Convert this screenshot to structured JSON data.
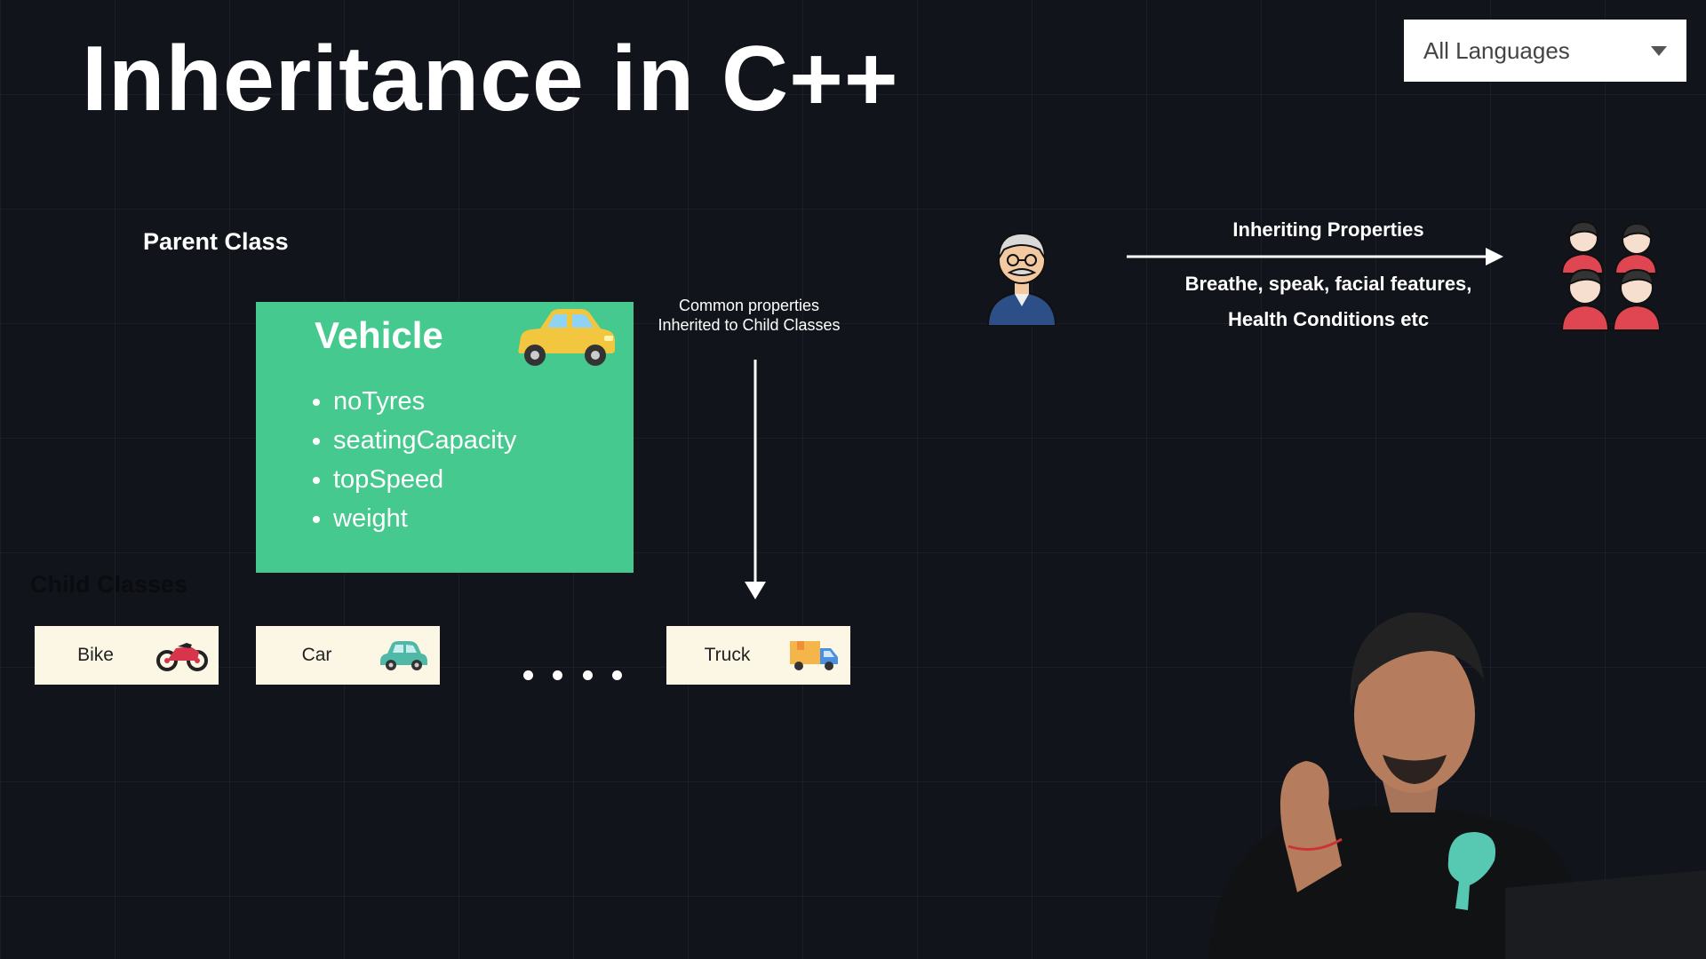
{
  "title": "Inheritance in C++",
  "language_select": {
    "value": "All Languages"
  },
  "parent_class_label": "Parent Class",
  "vehicle": {
    "name": "Vehicle",
    "properties": [
      "noTyres",
      "seatingCapacity",
      "topSpeed",
      "weight"
    ],
    "icon": "car-icon"
  },
  "common_properties_note": {
    "line1": "Common properties",
    "line2": "Inherited to Child Classes"
  },
  "child_classes_label": "Child Classes",
  "child_classes": [
    {
      "label": "Bike",
      "icon": "motorbike-icon"
    },
    {
      "label": "Car",
      "icon": "car-icon"
    },
    {
      "label": "Truck",
      "icon": "delivery-truck-icon"
    }
  ],
  "analogy": {
    "title": "Inheriting Properties",
    "line1": "Breathe, speak, facial features,",
    "line2": "Health Conditions etc",
    "parent_icon": "grandfather-icon",
    "children_icon": "family-group-icon"
  },
  "colors": {
    "background": "#12141b",
    "vehicle_card": "#46c98e",
    "child_card": "#fbf7e4",
    "child_label_text": "#0b0c0f"
  }
}
